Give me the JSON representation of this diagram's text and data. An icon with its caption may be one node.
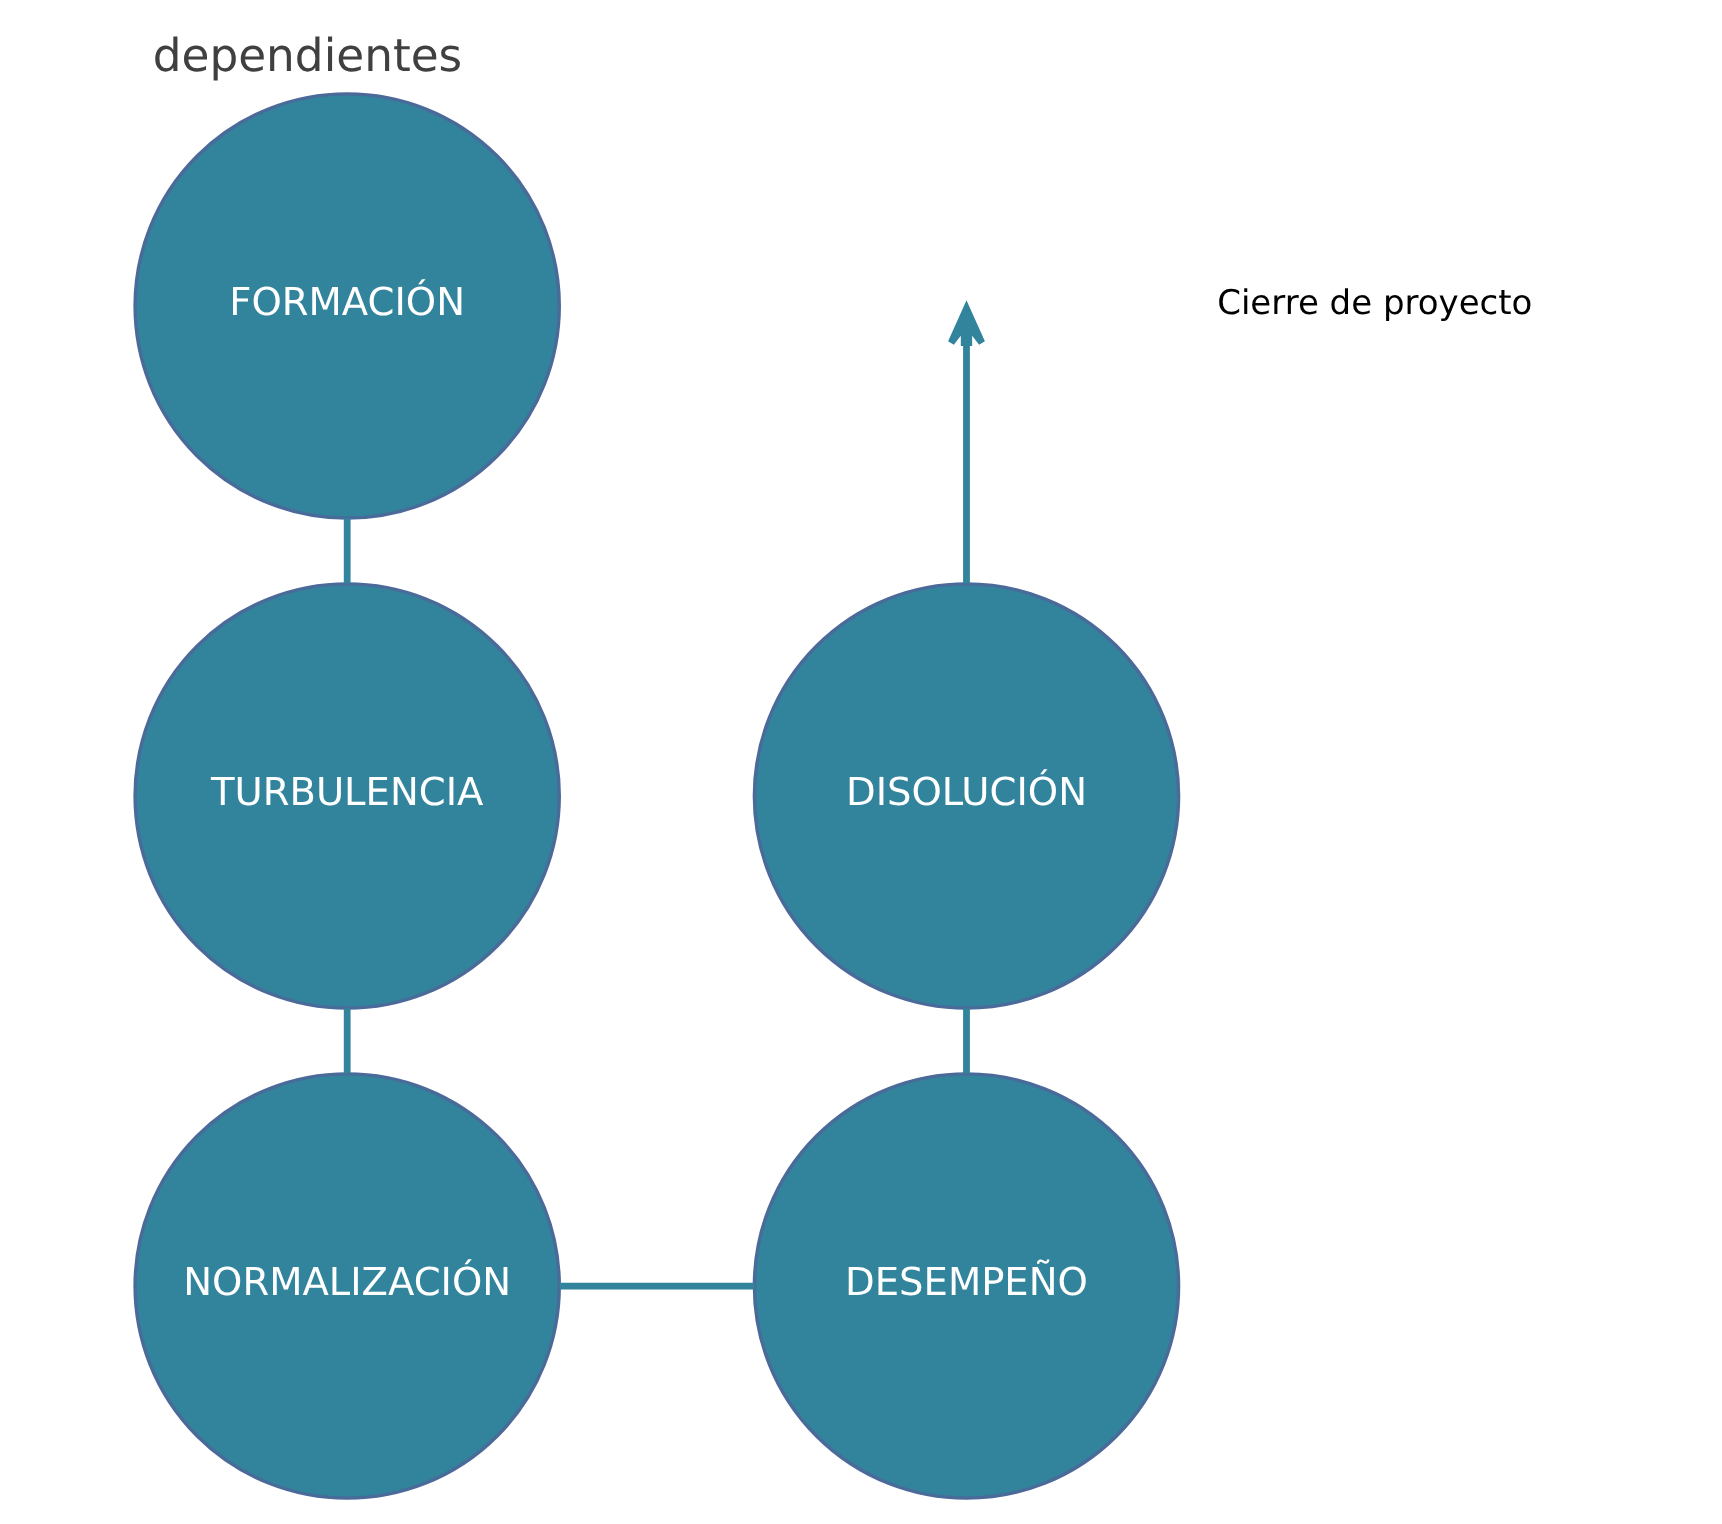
{
  "diagram": {
    "title": "dependientes",
    "nodes": [
      {
        "text": [
          "FORMACIÓN"
        ]
      },
      {
        "text": [
          "TURBULENCIA"
        ]
      },
      {
        "text": [
          "NORMALIZACIÓN"
        ]
      },
      {
        "text": [
          "DESEMPEÑO"
        ]
      },
      {
        "text": [
          "DISOLUCIÓN"
        ]
      }
    ],
    "edges": [
      {
        "from": 0,
        "to": 1,
        "arrow": "none"
      },
      {
        "from": 1,
        "to": 2,
        "arrow": "none"
      },
      {
        "from": 2,
        "to": 3,
        "arrow": "none"
      },
      {
        "from": 3,
        "to": 4,
        "arrow": "none"
      },
      {
        "from": 4,
        "to": null,
        "arrow": "to"
      }
    ],
    "labels": [
      "Cierre de proyecto"
    ]
  }
}
